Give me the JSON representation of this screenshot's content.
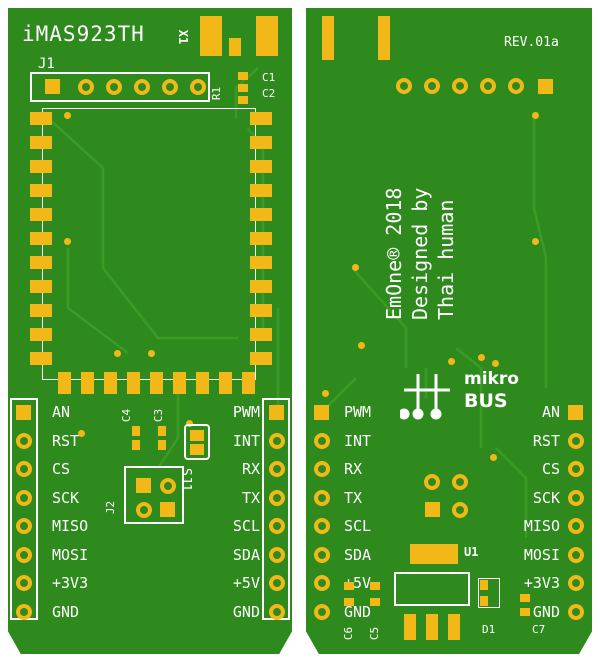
{
  "front": {
    "title": "iMAS923TH",
    "x1": "X1",
    "j1": "J1",
    "r1": "R1",
    "c1": "C1",
    "c2": "C2",
    "c3": "C3",
    "c4": "C4",
    "j2": "J2",
    "sj1": "SJ1",
    "left_pins": [
      "AN",
      "RST",
      "CS",
      "SCK",
      "MISO",
      "MOSI",
      "+3V3",
      "GND"
    ],
    "right_pins": [
      "PWM",
      "INT",
      "RX",
      "TX",
      "SCL",
      "SDA",
      "+5V",
      "GND"
    ]
  },
  "back": {
    "rev": "REV.01a",
    "credit_lines": [
      "EmOne® 2018",
      "Designed by",
      "Thai human"
    ],
    "logo_top": "mikro",
    "logo_bottom": "BUS",
    "left_pins": [
      "PWM",
      "INT",
      "RX",
      "TX",
      "SCL",
      "SDA",
      "+5V",
      "GND"
    ],
    "right_pins": [
      "AN",
      "RST",
      "CS",
      "SCK",
      "MISO",
      "MOSI",
      "+3V3",
      "GND"
    ],
    "u1": "U1",
    "d1": "D1",
    "c5": "C5",
    "c6": "C6",
    "c7": "C7"
  },
  "colors": {
    "board": "#2f8a1e",
    "copper": "#f2b818",
    "silk": "#ffffff"
  }
}
